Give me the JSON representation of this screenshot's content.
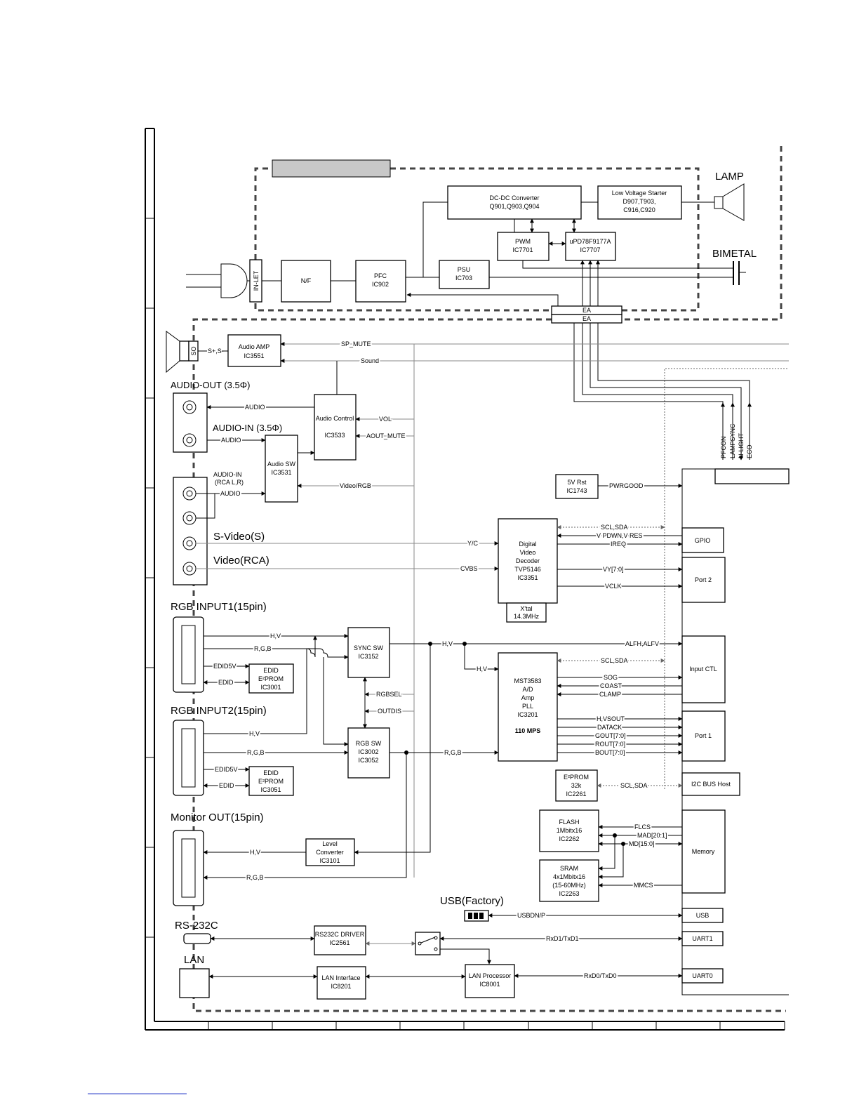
{
  "blocks": {
    "lamp": "LAMP",
    "bimetal": "BIMETAL",
    "dcdc": [
      "DC-DC Converter",
      "Q901,Q903,Q904"
    ],
    "lvs": [
      "Low Voltage Starter",
      "D907,T903,",
      "C916,C920"
    ],
    "pwm": [
      "PWM",
      "IC7701"
    ],
    "upd": [
      "uPD78F9177A",
      "IC7707"
    ],
    "psu": [
      "PSU",
      "IC703"
    ],
    "pfc": [
      "PFC",
      "IC902"
    ],
    "nf": "N/F",
    "inlet": "IN-LET",
    "ea1": "EA",
    "ea2": "EA",
    "audioamp": [
      "Audio AMP",
      "IC3551"
    ],
    "so": "SO",
    "spk": "S+,S-",
    "audiocontrol": [
      "Audio Control",
      "IC3533"
    ],
    "audiosw": [
      "Audio  SW",
      "IC3531"
    ],
    "rst5v": [
      "5V Rst",
      "IC1743"
    ],
    "dvd": [
      "Digital",
      "Video",
      "Decoder",
      "TVP5146",
      "IC3351"
    ],
    "xtal": [
      "X'tal",
      "14.3MHz"
    ],
    "syncsw": [
      "SYNC SW",
      "IC3152"
    ],
    "edid1": [
      "EDID",
      "E²PROM",
      "IC3001"
    ],
    "edid2": [
      "EDID",
      "E²PROM",
      "IC3051"
    ],
    "rgbsw": [
      "RGB SW",
      "IC3002",
      "IC3052"
    ],
    "mst": [
      "MST3583",
      "A/D",
      "Amp",
      "PLL",
      "IC3201",
      "110 MPS"
    ],
    "levelconv": [
      "Level",
      "Converter",
      "IC3101"
    ],
    "eeprom32k": [
      "E²PROM",
      "32k",
      "IC2261"
    ],
    "flash": [
      "FLASH",
      "1Mbitx16",
      "IC2262"
    ],
    "sram": [
      "SRAM",
      "4x1Mbitx16",
      "(15-60MHz)",
      "IC2263"
    ],
    "rs232drv": [
      "RS232C DRIVER",
      "IC2561"
    ],
    "lanif": [
      "LAN Interface",
      "IC8201"
    ],
    "lanproc": [
      "LAN Processor",
      "IC8001"
    ],
    "gpio": "GPIO",
    "port2": "Port 2",
    "inputctl": "Input CTL",
    "port1": "Port 1",
    "i2c": "I2C BUS Host",
    "memory": "Memory",
    "usb": "USB",
    "uart1": "UART1",
    "uart0": "UART0"
  },
  "headings": {
    "audio_out": "AUDIO-OUT (3.5Φ)",
    "audio_in": "AUDIO-IN (3.5Φ)",
    "audio_in_rca": [
      "AUDIO-IN",
      "(RCA L,R)"
    ],
    "svideo": "S-Video(S)",
    "video": "Video(RCA)",
    "rgb1": "RGB INPUT1(15pin)",
    "rgb2": "RGB INPUT2(15pin)",
    "monitor": "Monitor OUT(15pin)",
    "usb_factory": "USB(Factory)",
    "rs232c": "RS-232C",
    "lan": "LAN"
  },
  "signals": {
    "sp_mute": "SP_MUTE",
    "sound": "Sound",
    "audio": "AUDIO",
    "vol": "VOL",
    "aout_mute": "AOUT_MUTE",
    "video_rgb": "Video/RGB",
    "pwrgood": "PWRGOOD",
    "pfcon": "PFCON",
    "lampsync": "LAMPSYNC",
    "nlight": "N-LIGHT",
    "eco": "ECO",
    "sclsda": "SCL,SDA",
    "vpdwn": "V PDWN,V RES",
    "ireq": "IREQ",
    "vy": "VY[7:0]",
    "vclk": "VCLK",
    "yc": "Y/C",
    "cvbs": "CVBS",
    "hv": "H,V",
    "rgb": "R,G,B",
    "edid5v": "EDID5V",
    "edid": "EDID",
    "alfh": "ALFH,ALFV",
    "sog": "SOG",
    "coast": "COAST",
    "clamp": "CLAMP",
    "rgbsel": "RGBSEL",
    "outdis": "OUTDIS",
    "hvsout": "H,VSOUT",
    "datack": "DATACK",
    "gout": "GOUT[7:0]",
    "rout": "ROUT[7:0]",
    "bout": "BOUT[7:0]",
    "flcs": "FLCS",
    "mad": "MAD[20:1]",
    "md": "MD[15:0]",
    "mmcs": "MMCS",
    "usbdn": "USBDN/P",
    "rxd1": "RxD1/TxD1",
    "rxd0": "RxD0/TxD0"
  }
}
